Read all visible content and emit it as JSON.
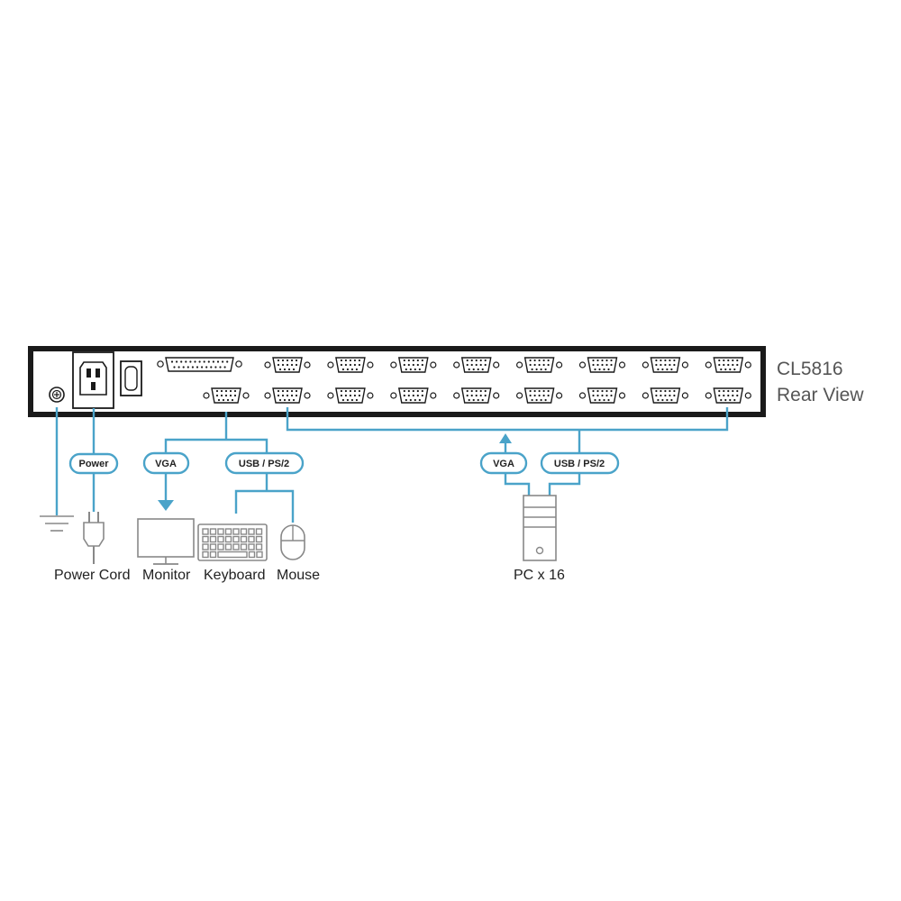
{
  "model": {
    "name": "CL5816",
    "view": "Rear View"
  },
  "cable_labels": {
    "power": "Power",
    "console_vga": "VGA",
    "console_usb_ps2": "USB / PS/2",
    "pc_vga": "VGA",
    "pc_usb_ps2": "USB / PS/2"
  },
  "device_labels": {
    "power_cord": "Power Cord",
    "monitor": "Monitor",
    "keyboard": "Keyboard",
    "mouse": "Mouse",
    "pc": "PC x 16"
  },
  "ports": {
    "kvm_port_count": 16
  },
  "colors": {
    "cable": "#4aa3c9",
    "chassis": "#1a1a1a",
    "device_outline": "#888888"
  },
  "icons": [
    "ground-icon",
    "power-plug-icon",
    "monitor-icon",
    "keyboard-icon",
    "mouse-icon",
    "pc-tower-icon"
  ]
}
